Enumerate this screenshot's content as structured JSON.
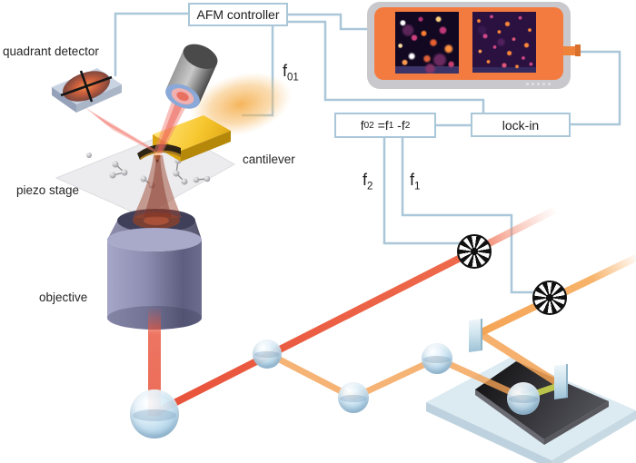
{
  "figure": {
    "type": "schematic-diagram",
    "subject": "Atomic force microscope combined with optical pump-probe beam path"
  },
  "boxes": {
    "afm_controller": {
      "label": "AFM controller"
    },
    "freq_mixer": {
      "f_base": "f",
      "f_sub": "02",
      "eq1": " =f",
      "eq1_sub": "1",
      "eq2": " -f",
      "eq2_sub": "2"
    },
    "lock_in": {
      "label": "lock-in"
    }
  },
  "labels": {
    "quadrant_detector": "quadrant detector",
    "cantilever": "cantilever",
    "piezo_stage": "piezo stage",
    "objective": "objective",
    "f01": {
      "base": "f",
      "sub": "01"
    },
    "f2": {
      "base": "f",
      "sub": "2"
    },
    "f1": {
      "base": "f",
      "sub": "1"
    }
  },
  "monitor": {
    "screens": [
      "afm-image-coarse-blobs",
      "afm-image-fine-texture"
    ],
    "button_count": 5
  },
  "components": [
    "quadrant detector",
    "detection laser diode",
    "gold cantilever chip",
    "piezo stage with molecules",
    "objective lens",
    "beam-combiner sphere",
    "beam-splitter spheres",
    "chopper wheel on red beam (f2)",
    "chopper wheel on orange beam (f1)",
    "steering mirrors",
    "sample stage with dark plate",
    "display monitor"
  ],
  "colors": {
    "wire": "#a9c7d8",
    "beam_red": "#e8523a",
    "beam_orange": "#f5a455",
    "beam_yellow_green": "#c9d44e",
    "beam_pink": "#f08a7e",
    "monitor_bezel": "#f47b3f",
    "monitor_shell": "#c9c9cd",
    "cantilever_gold": "#f2c21c",
    "objective_body": "#7c7c9e"
  }
}
